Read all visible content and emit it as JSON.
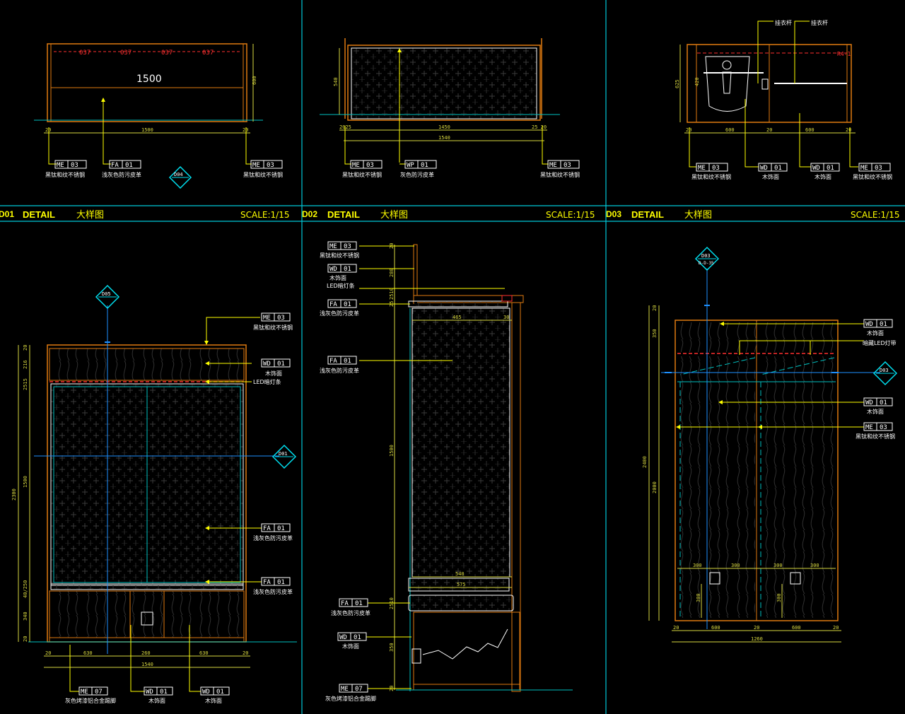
{
  "colors": {
    "background": "#000000",
    "frame": "#00c8d8",
    "outline": "#e07a10",
    "dimension": "#d8d840",
    "leader": "#ffff00",
    "label": "#ffffff",
    "pattern": "#3a3a3a",
    "centerline": "#1e90ff",
    "led": "#ff3030",
    "glass": "#00c0c0"
  },
  "title_bars": [
    {
      "id": "D01",
      "detail": "DETAIL",
      "cn": "大样图",
      "scale": "SCALE:1/15"
    },
    {
      "id": "D02",
      "detail": "DETAIL",
      "cn": "大样图",
      "scale": "SCALE:1/15"
    },
    {
      "id": "D03",
      "detail": "DETAIL",
      "cn": "大样图",
      "scale": "SCALE:1/15"
    }
  ],
  "section_marks": {
    "d04": "D04",
    "d05": "D05",
    "d01": "D01",
    "d03_top": "D03",
    "d03_top_sub": "D-D-35",
    "d03_side": "D03"
  },
  "top_left": {
    "width_label": "1500",
    "led_dims": [
      "037",
      "037",
      "037",
      "037"
    ],
    "dims_bottom": [
      "20",
      "1500",
      "20"
    ],
    "height_dim": "600",
    "tags": [
      {
        "code": "ME",
        "num": "03",
        "desc": "黑钛和纹不锈钢"
      },
      {
        "code": "FA",
        "num": "01",
        "desc": "浅灰色防污皮革"
      },
      {
        "code": "ME",
        "num": "03",
        "desc": "黑钛和纹不锈钢"
      }
    ]
  },
  "top_middle": {
    "height_dim": "540",
    "dims_bottom_1": [
      "2025",
      "1450",
      "25 20"
    ],
    "dims_bottom_2": [
      "1540"
    ],
    "tags": [
      {
        "code": "ME",
        "num": "03",
        "desc": "黑钛和纹不锈钢"
      },
      {
        "code": "WP",
        "num": "01",
        "desc": "灰色防污皮革"
      },
      {
        "code": "ME",
        "num": "03",
        "desc": "黑钛和纹不锈钢"
      }
    ]
  },
  "top_right": {
    "rod_labels": [
      "挂衣杆",
      "挂衣杆"
    ],
    "tag_right": "R4-1",
    "height_dims": [
      "625",
      "420"
    ],
    "dims_bottom": [
      "20",
      "600",
      "20",
      "600",
      "20"
    ],
    "tags": [
      {
        "code": "ME",
        "num": "03",
        "desc": "黑钛和纹不锈钢"
      },
      {
        "code": "WD",
        "num": "01",
        "desc": "木饰面"
      },
      {
        "code": "WD",
        "num": "01",
        "desc": "木饰面"
      },
      {
        "code": "ME",
        "num": "03",
        "desc": "黑钛和纹不锈钢"
      }
    ]
  },
  "bottom_left": {
    "height_total": "2300",
    "height_dims": [
      "20",
      "216",
      "2515",
      "1500",
      "40/250",
      "340",
      "20"
    ],
    "dims_bottom_1": [
      "20",
      "630",
      "260",
      "630",
      "20"
    ],
    "dims_bottom_2": [
      "1540"
    ],
    "tags_right": [
      {
        "code": "ME",
        "num": "03",
        "desc": "黑钛和纹不锈钢"
      },
      {
        "code": "WD",
        "num": "01",
        "desc": "木饰面"
      },
      {
        "code": "",
        "num": "",
        "desc": "LED暗灯条"
      },
      {
        "code": "FA",
        "num": "01",
        "desc": "浅灰色防污皮革"
      },
      {
        "code": "FA",
        "num": "01",
        "desc": "浅灰色防污皮革"
      }
    ],
    "tags_bottom": [
      {
        "code": "ME",
        "num": "07",
        "desc": "灰色烤漆铝合金踢脚"
      },
      {
        "code": "WD",
        "num": "01",
        "desc": "木饰面"
      },
      {
        "code": "WD",
        "num": "01",
        "desc": "木饰面"
      }
    ]
  },
  "bottom_middle": {
    "height_dims": [
      "20",
      "280",
      "2510",
      "25",
      "1500",
      "2510",
      "350",
      "20"
    ],
    "width_dims": [
      "465",
      "30",
      "540",
      "575"
    ],
    "tags": [
      {
        "code": "ME",
        "num": "03",
        "desc": "黑钛和纹不锈钢"
      },
      {
        "code": "WD",
        "num": "01",
        "desc": "木饰面"
      },
      {
        "code": "",
        "num": "",
        "desc": "LED暗灯条"
      },
      {
        "code": "FA",
        "num": "01",
        "desc": "浅灰色防污皮革"
      },
      {
        "code": "FA",
        "num": "01",
        "desc": "浅灰色防污皮革"
      },
      {
        "code": "FA",
        "num": "01",
        "desc": "浅灰色防污皮革"
      },
      {
        "code": "WD",
        "num": "01",
        "desc": "木饰面"
      },
      {
        "code": "ME",
        "num": "07",
        "desc": "灰色烤漆铝合金踢脚"
      }
    ]
  },
  "bottom_right": {
    "height_total": "2400",
    "height_dims": [
      "20",
      "350",
      "2000"
    ],
    "inner_dims": [
      "300",
      "300",
      "300",
      "300"
    ],
    "inner_v": [
      "300",
      "300"
    ],
    "dims_bottom_1": [
      "20",
      "600",
      "20",
      "600",
      "20"
    ],
    "dims_bottom_2": [
      "1260"
    ],
    "tags": [
      {
        "code": "WD",
        "num": "01",
        "desc": "木饰面"
      },
      {
        "code": "",
        "num": "",
        "desc": "暗藏LED灯带"
      },
      {
        "code": "WD",
        "num": "01",
        "desc": "木饰面"
      },
      {
        "code": "ME",
        "num": "03",
        "desc": "黑钛和纹不锈钢"
      }
    ]
  }
}
